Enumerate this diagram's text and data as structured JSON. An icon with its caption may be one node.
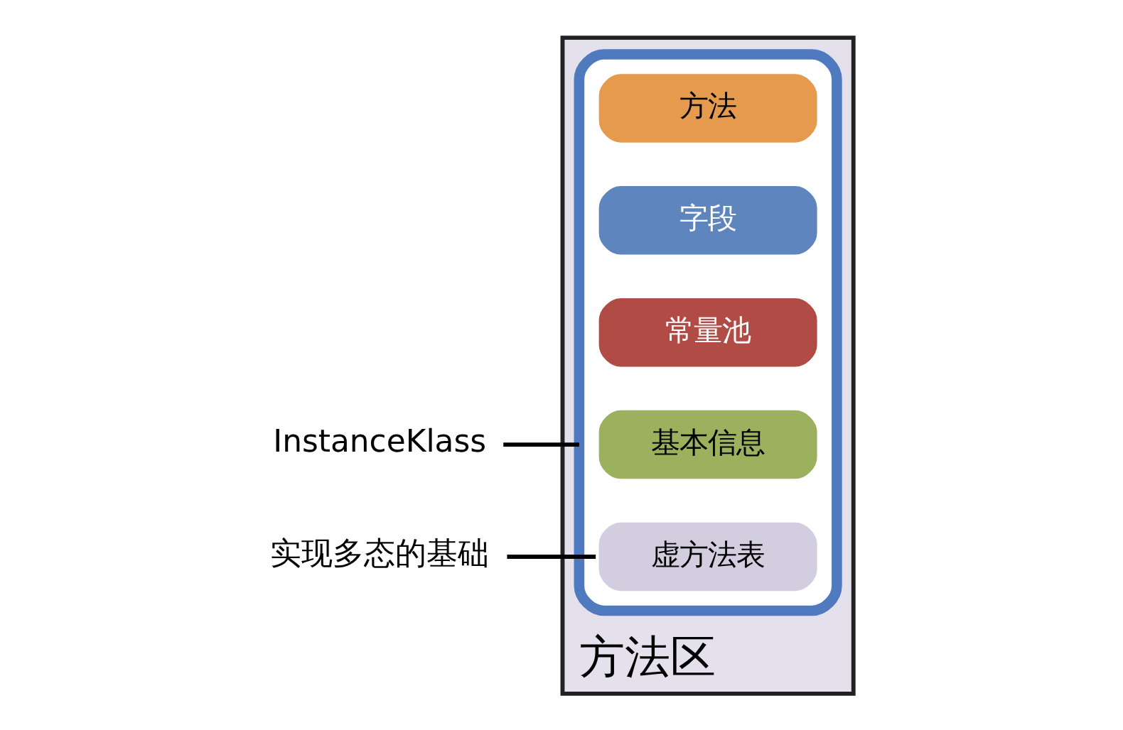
{
  "diagram": {
    "nodes": [
      {
        "text": [
          "方法区"
        ]
      },
      {
        "text": [],
        "shape": "box",
        "in": 0
      },
      {
        "text": [
          "基本信息"
        ],
        "in": 1
      },
      {
        "text": [
          "常量池"
        ],
        "in": 1
      },
      {
        "text": [
          "字段"
        ],
        "in": 1
      },
      {
        "text": [
          "方法"
        ],
        "in": 1
      },
      {
        "text": [
          "虚方法表"
        ],
        "in": 1
      },
      {
        "text": [
          "InstanceKlass"
        ]
      },
      {
        "text": [
          "实现多态的基础"
        ]
      }
    ],
    "edges": [
      {
        "from": 7,
        "to": 1,
        "arrow": "none"
      },
      {
        "from": 8,
        "to": 6,
        "arrow": "none"
      }
    ]
  }
}
